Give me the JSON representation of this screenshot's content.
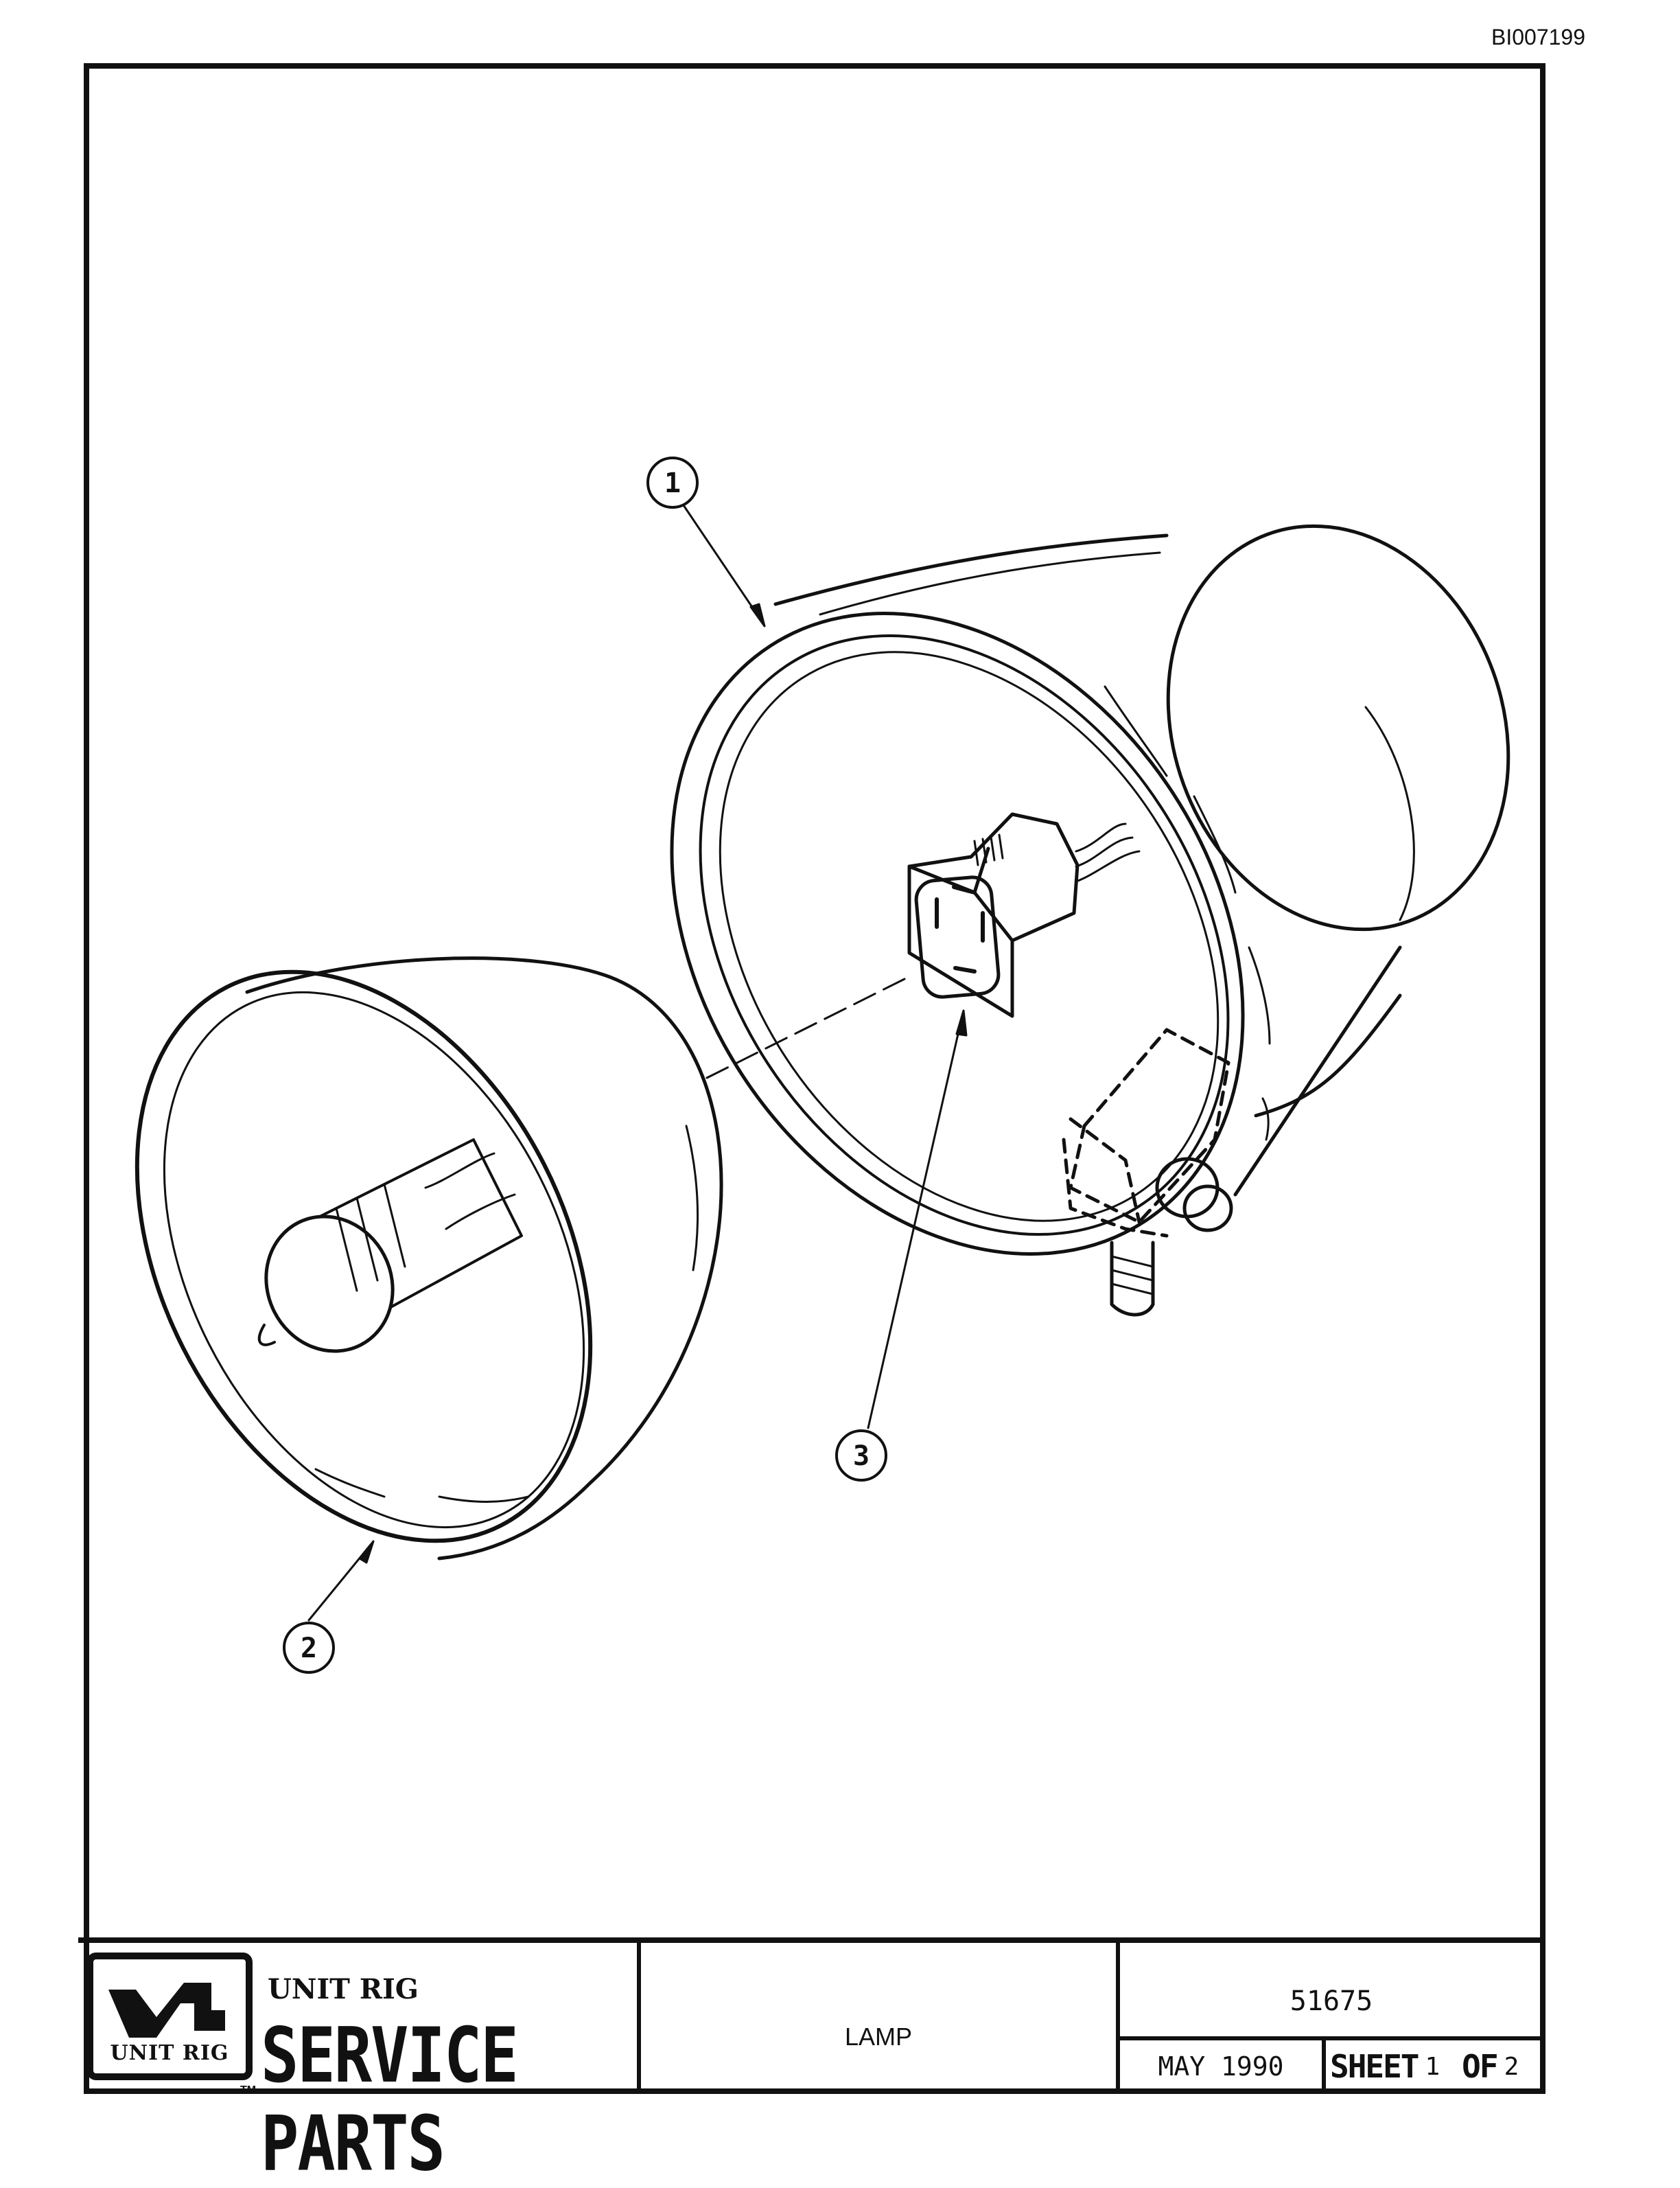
{
  "document_id": "BI007199",
  "callouts": [
    {
      "number": "1"
    },
    {
      "number": "2"
    },
    {
      "number": "3"
    }
  ],
  "title_block": {
    "logo_text": "UNIT RIG",
    "trademark": "TM",
    "company": "UNIT RIG",
    "heading": "SERVICE PARTS",
    "part_name": "LAMP",
    "part_number": "51675",
    "date": "MAY 1990",
    "sheet_label": "SHEET",
    "sheet_number": "1",
    "of_label": "OF",
    "sheet_total": "2"
  },
  "colors": {
    "ink": "#111111",
    "paper": "#ffffff"
  }
}
